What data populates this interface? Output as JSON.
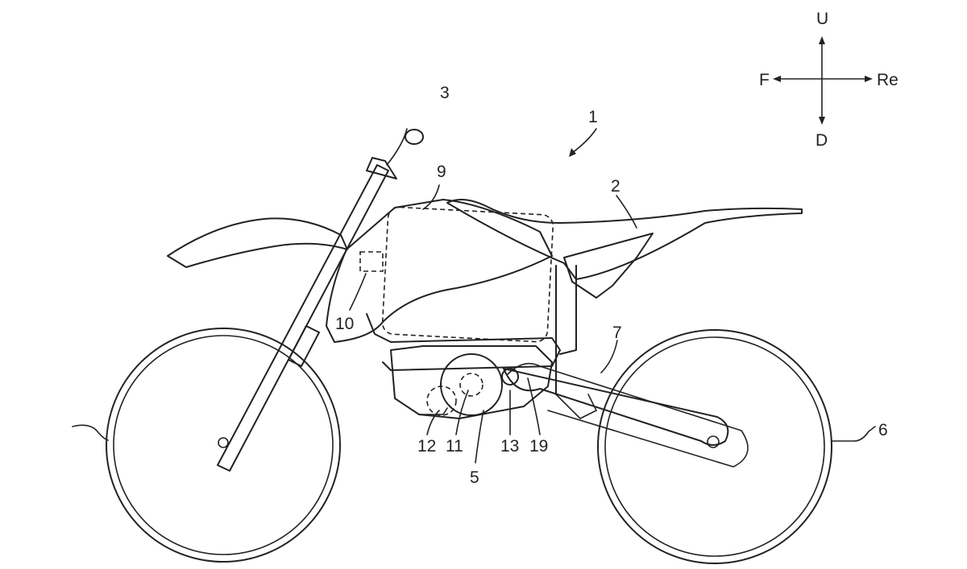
{
  "figure": {
    "title": "Electric motorcycle side view",
    "reference_numerals": {
      "vehicle": "1",
      "seat": "2",
      "handlebar": "3",
      "drive_unit": "5",
      "rear_wheel": "6",
      "swing_arm": "7",
      "battery": "9",
      "controller": "10",
      "motor": "11",
      "part_12": "12",
      "part_13": "13",
      "part_19": "19"
    },
    "direction_legend": {
      "up": "U",
      "down": "D",
      "front": "F",
      "rear": "Re"
    }
  }
}
